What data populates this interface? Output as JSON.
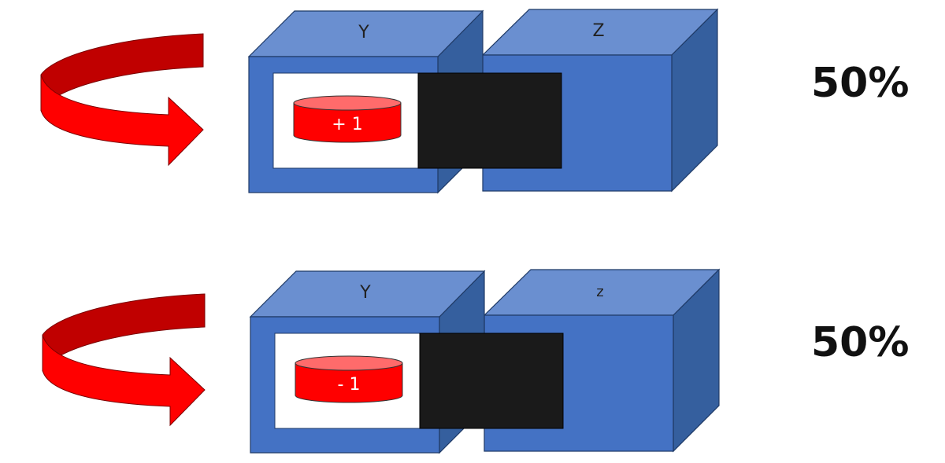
{
  "colors": {
    "box_front": "#4472C4",
    "box_top": "#6A8FD0",
    "box_side": "#355F9E",
    "box_edge": "#1F3A66",
    "window_bg": "#FFFFFF",
    "shutter": "#1A1A1A",
    "arrow_main": "#FF0000",
    "arrow_dark": "#C00000",
    "coin_body": "#FF0000",
    "coin_top": "#FF6B6B",
    "text_light": "#FFFFFF",
    "text_dark": "#222222"
  },
  "rows": [
    {
      "label_y": "Y",
      "label_z": "Z",
      "coin_label": "+ 1",
      "probability": "50%",
      "icon": "rotate-arrow-icon"
    },
    {
      "label_y": "Y",
      "label_z": "z",
      "coin_label": "- 1",
      "probability": "50%",
      "icon": "rotate-arrow-icon"
    }
  ]
}
